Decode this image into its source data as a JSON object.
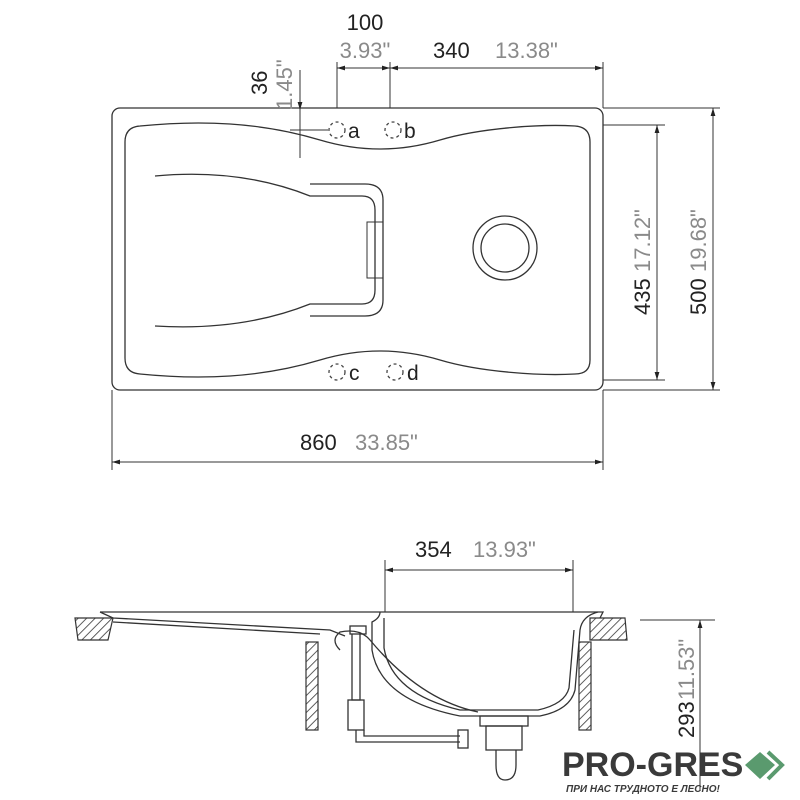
{
  "top_view": {
    "dim_hole_spacing": {
      "mm": "100",
      "inch": "3.93\""
    },
    "dim_hole_offset": {
      "mm": "340",
      "inch": "13.38\""
    },
    "dim_hole_edge": {
      "mm": "36",
      "inch": "1.45\""
    },
    "dim_inner_depth": {
      "mm": "435",
      "inch": "17.12\""
    },
    "dim_depth": {
      "mm": "500",
      "inch": "19.68\""
    },
    "dim_width": {
      "mm": "860",
      "inch": "33.85\""
    },
    "hole_labels": [
      "a",
      "b",
      "c",
      "d"
    ]
  },
  "side_view": {
    "dim_bowl_width": {
      "mm": "354",
      "inch": "13.93\""
    },
    "dim_height": {
      "mm": "293",
      "inch": "11.53\""
    }
  },
  "logo": {
    "name": "PRO-GRES",
    "tagline": "ПРИ НАС ТРУДНОТО Е ЛЕСНО!",
    "color": "#5a9a6e"
  }
}
